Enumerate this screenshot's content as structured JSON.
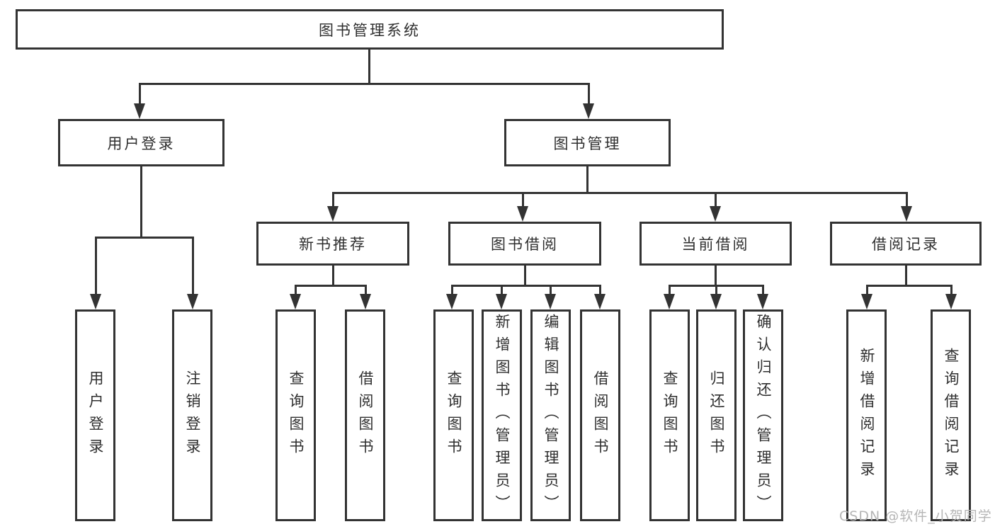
{
  "diagram": {
    "title": "图书管理系统",
    "level2": [
      {
        "label": "用户登录"
      },
      {
        "label": "图书管理"
      }
    ],
    "level3": [
      {
        "label": "新书推荐"
      },
      {
        "label": "图书借阅"
      },
      {
        "label": "当前借阅"
      },
      {
        "label": "借阅记录"
      }
    ],
    "leaves": [
      {
        "label": "用户登录"
      },
      {
        "label": "注销登录"
      },
      {
        "label": "查询图书"
      },
      {
        "label": "借阅图书"
      },
      {
        "label": "查询图书"
      },
      {
        "label": "新增图书（管理员）"
      },
      {
        "label": "编辑图书（管理员）"
      },
      {
        "label": "借阅图书"
      },
      {
        "label": "查询图书"
      },
      {
        "label": "归还图书"
      },
      {
        "label": "确认归还（管理员）"
      },
      {
        "label": "新增借阅记录"
      },
      {
        "label": "查询借阅记录"
      }
    ],
    "colors": {
      "line": "#333333",
      "box_border": "#333333",
      "box_fill": "#ffffff",
      "text": "#2f2f2f",
      "watermark": "#b6b6b6"
    }
  },
  "watermark": {
    "text": "CSDN @软件_小贺同学"
  }
}
